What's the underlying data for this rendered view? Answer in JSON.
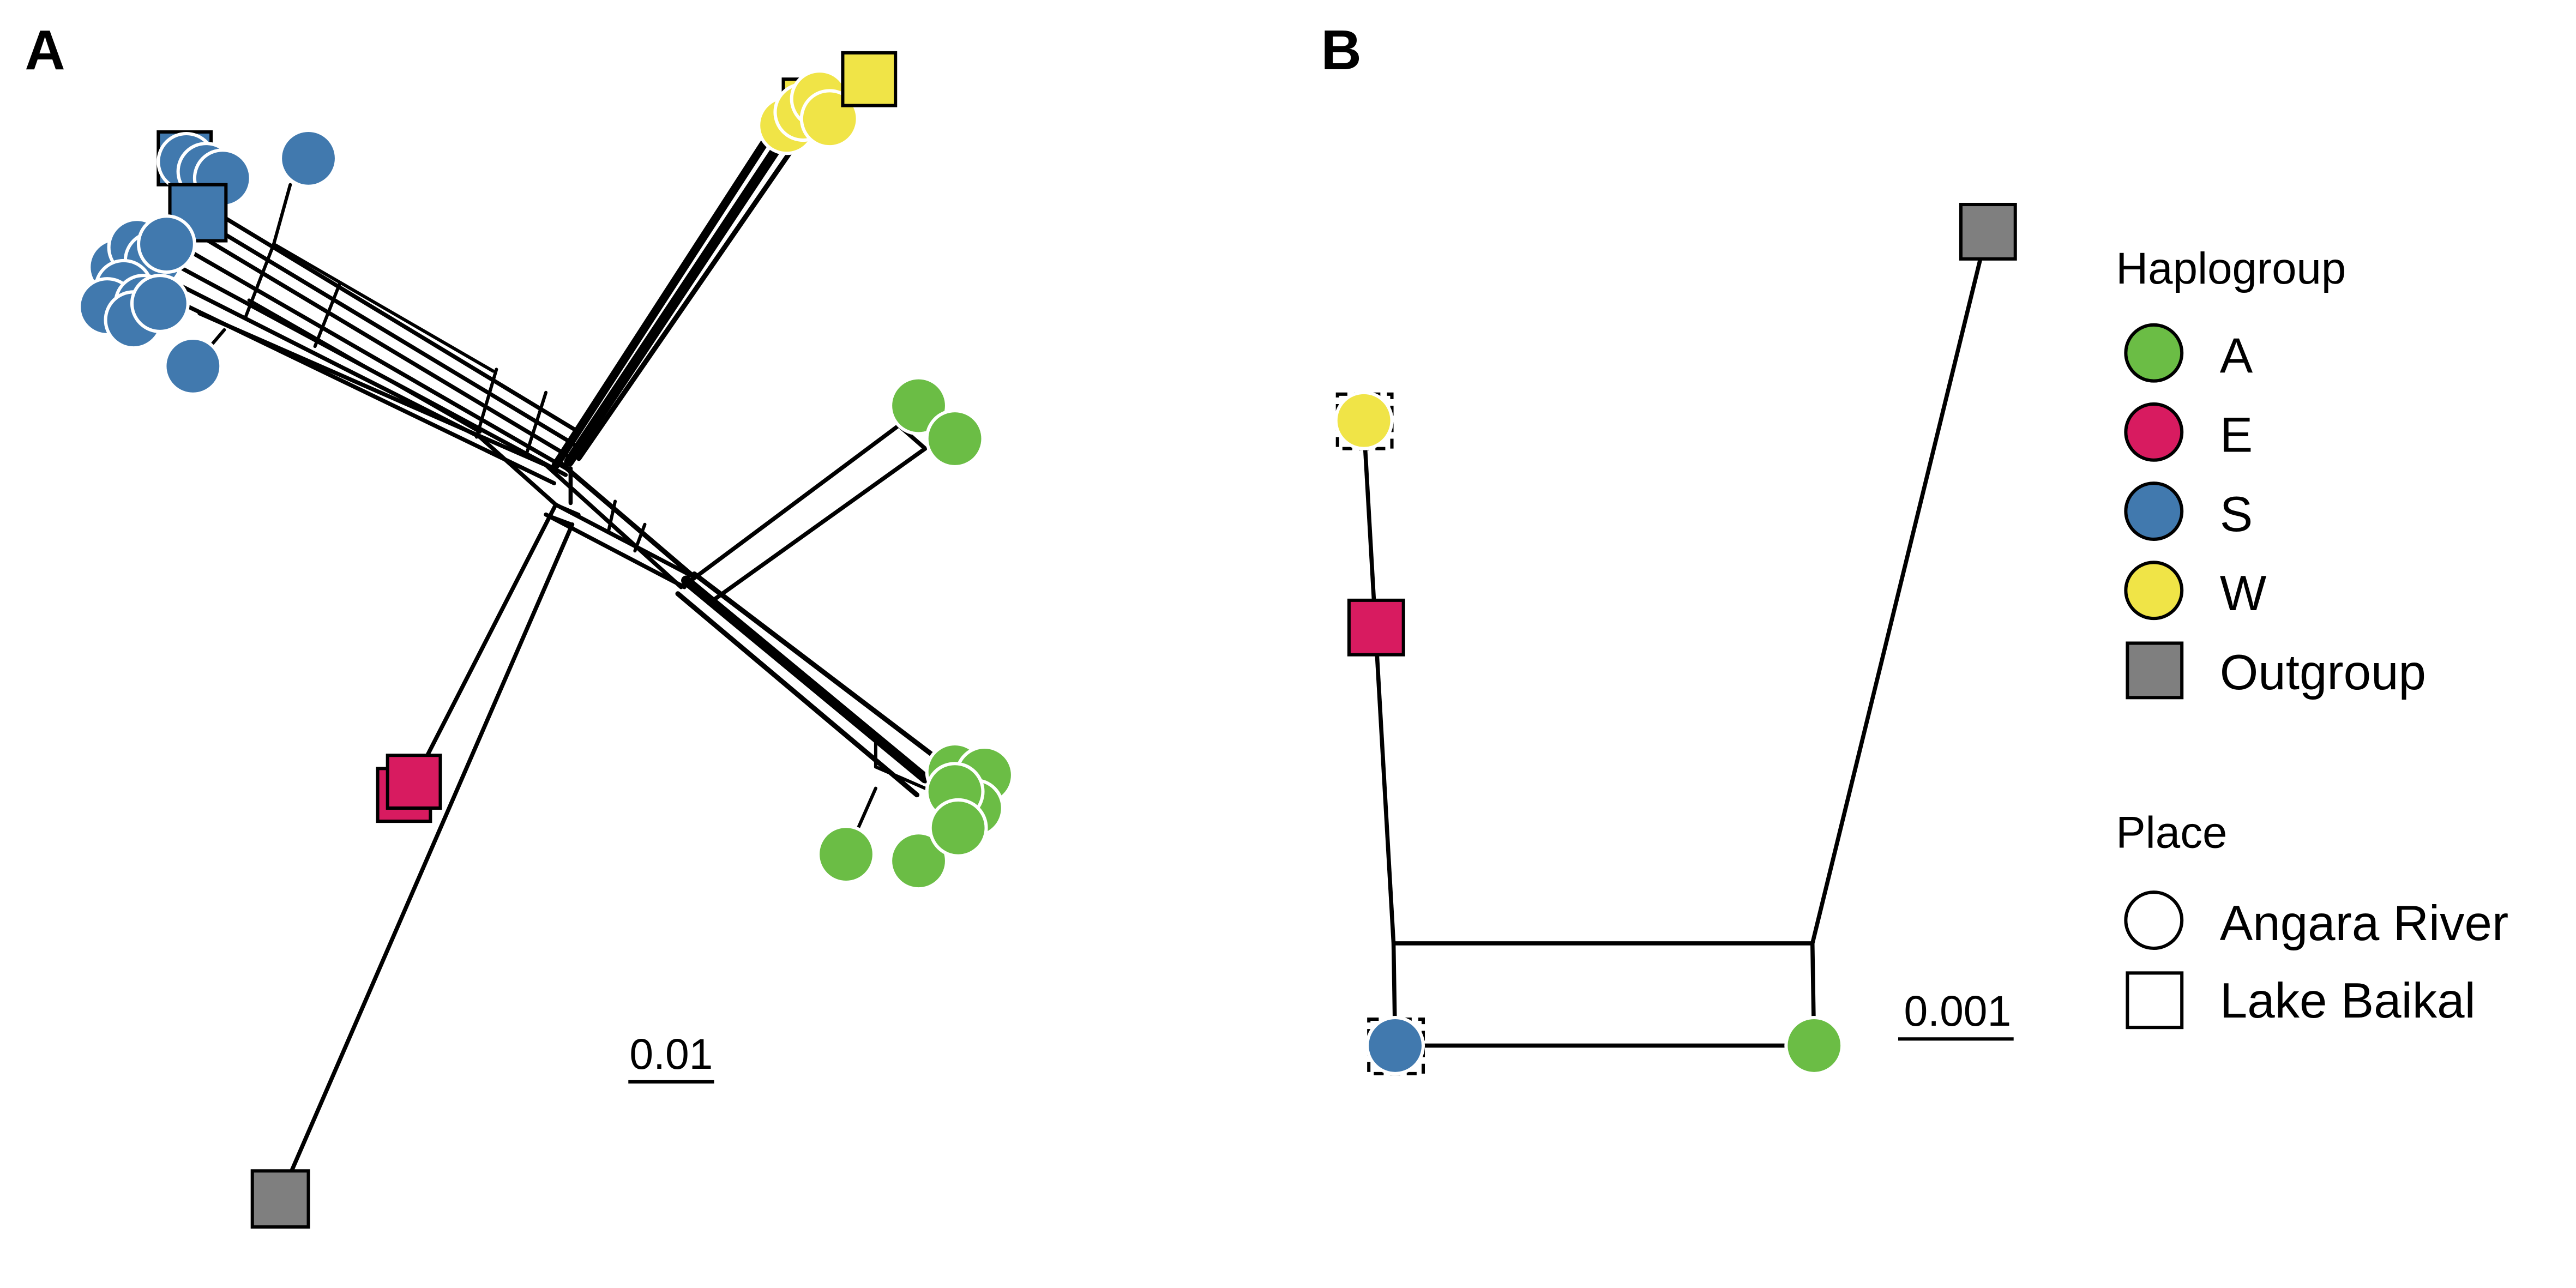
{
  "panels": {
    "a": {
      "label": "A",
      "scale_label": "0.01"
    },
    "b": {
      "label": "B",
      "scale_label": "0.001"
    }
  },
  "legend": {
    "haplogroup": {
      "title": "Haplogroup",
      "items": [
        {
          "label": "A",
          "color": "#6BBD45",
          "shape": "circle"
        },
        {
          "label": "E",
          "color": "#D81B60",
          "shape": "circle"
        },
        {
          "label": "S",
          "color": "#4179AE",
          "shape": "circle"
        },
        {
          "label": "W",
          "color": "#F0E447",
          "shape": "circle"
        },
        {
          "label": "Outgroup",
          "color": "#7F7F7F",
          "shape": "square"
        }
      ]
    },
    "place": {
      "title": "Place",
      "items": [
        {
          "label": "Angara River",
          "shape": "circle"
        },
        {
          "label": "Lake Baikal",
          "shape": "square"
        }
      ]
    }
  }
}
